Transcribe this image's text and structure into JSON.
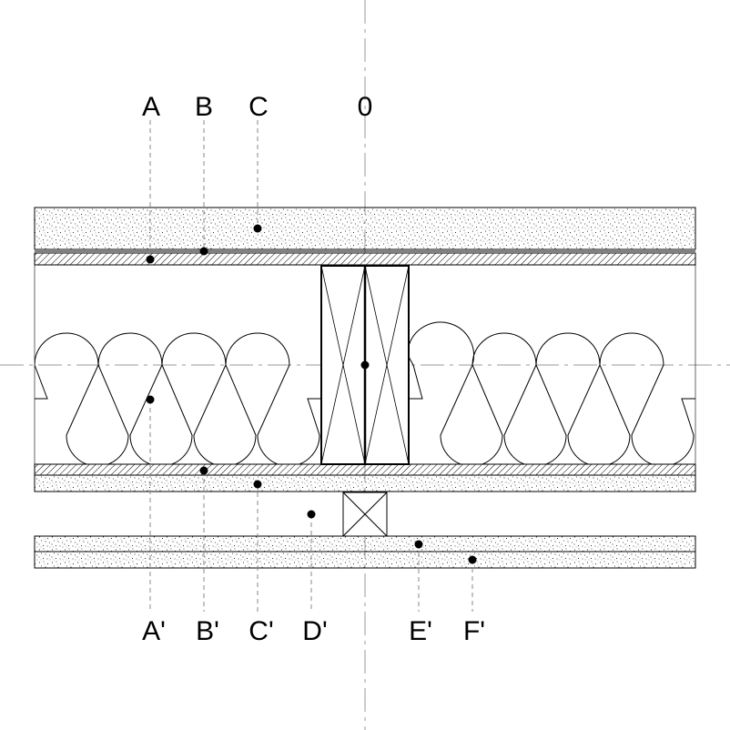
{
  "labels_top": [
    "A",
    "B",
    "C",
    "0"
  ],
  "labels_bottom": [
    "A'",
    "B'",
    "C'",
    "D'",
    "E'",
    "F'"
  ],
  "colors": {
    "line": "#000000",
    "centerline": "#999999",
    "background": "#ffffff"
  }
}
